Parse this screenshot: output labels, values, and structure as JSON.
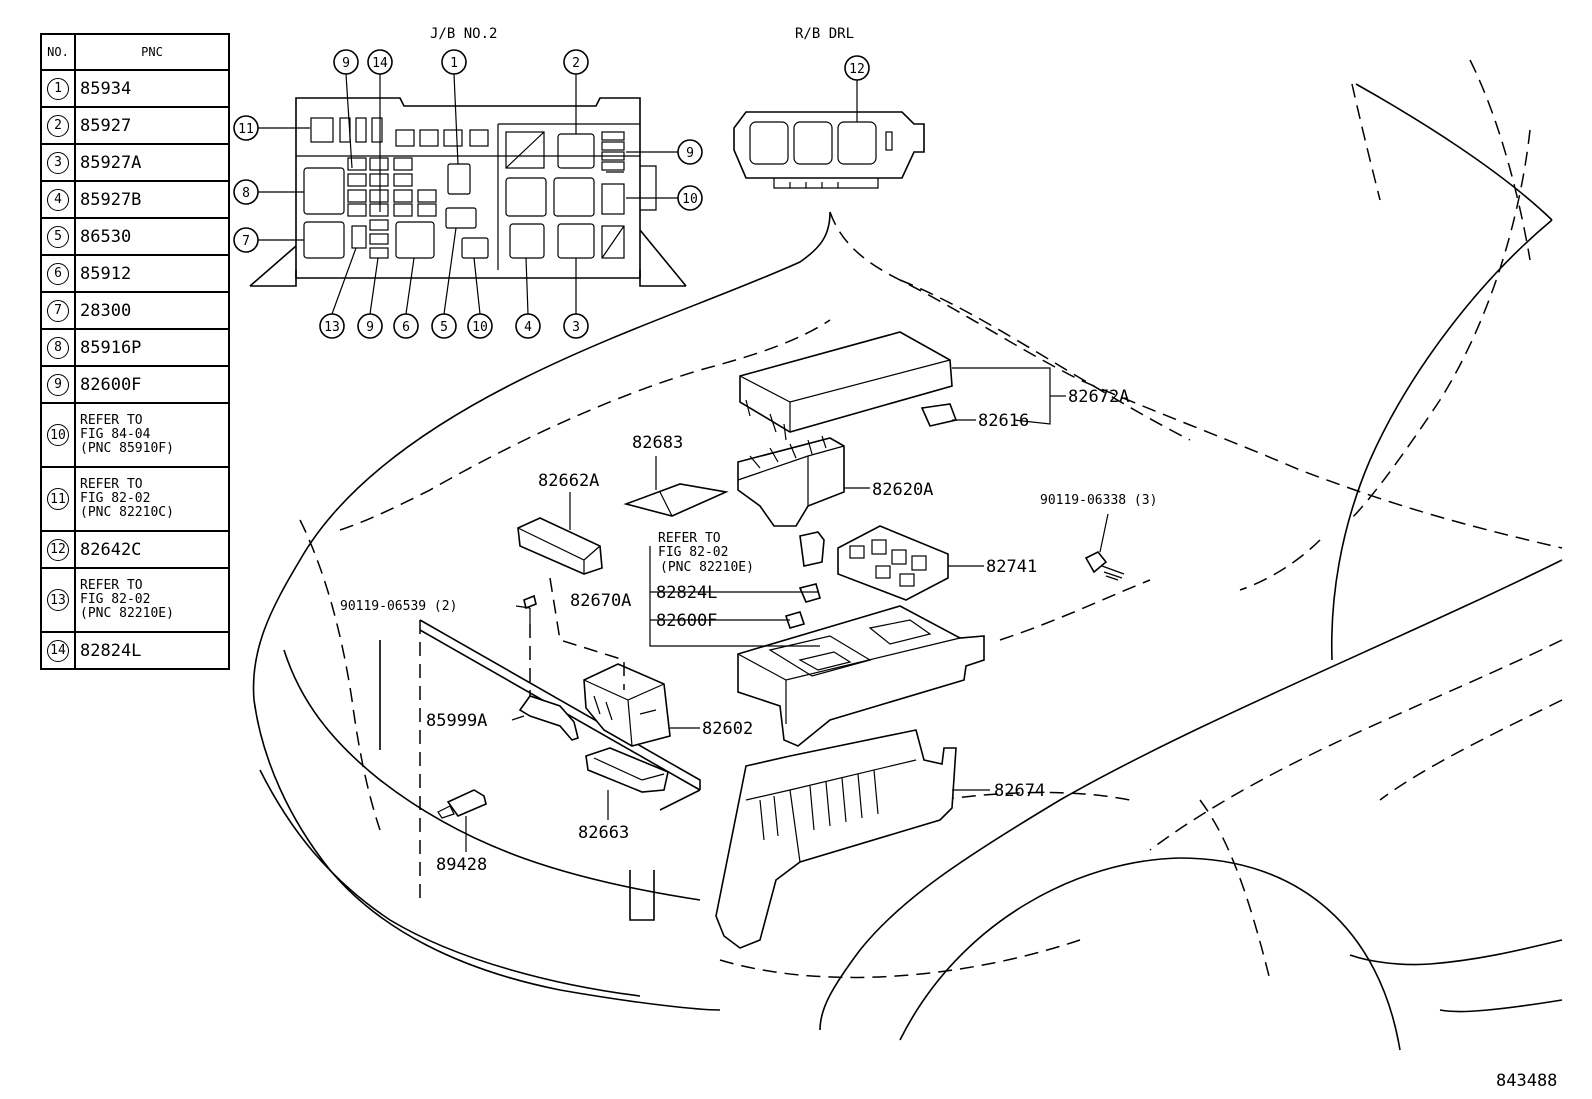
{
  "legend": {
    "header": {
      "no": "NO.",
      "pnc": "PNC"
    },
    "rows": [
      {
        "no": "1",
        "pnc": [
          "85934"
        ]
      },
      {
        "no": "2",
        "pnc": [
          "85927"
        ]
      },
      {
        "no": "3",
        "pnc": [
          "85927A"
        ]
      },
      {
        "no": "4",
        "pnc": [
          "85927B"
        ]
      },
      {
        "no": "5",
        "pnc": [
          "86530"
        ]
      },
      {
        "no": "6",
        "pnc": [
          "85912"
        ]
      },
      {
        "no": "7",
        "pnc": [
          "28300"
        ]
      },
      {
        "no": "8",
        "pnc": [
          "85916P"
        ]
      },
      {
        "no": "9",
        "pnc": [
          "82600F"
        ]
      },
      {
        "no": "10",
        "pnc": [
          "REFER TO",
          "FIG 84-04",
          "(PNC 85910F)"
        ]
      },
      {
        "no": "11",
        "pnc": [
          "REFER TO",
          "FIG 82-02",
          "(PNC 82210C)"
        ]
      },
      {
        "no": "12",
        "pnc": [
          "82642C"
        ]
      },
      {
        "no": "13",
        "pnc": [
          "REFER TO",
          "FIG 82-02",
          "(PNC 82210E)"
        ]
      },
      {
        "no": "14",
        "pnc": [
          "82824L"
        ]
      }
    ]
  },
  "titles": {
    "jb": "J/B NO.2",
    "rb": "R/B DRL"
  },
  "jb_callouts": {
    "top": [
      "9",
      "14",
      "1",
      "2"
    ],
    "right": [
      "9",
      "10"
    ],
    "left": [
      "11",
      "8",
      "7"
    ],
    "bottom": [
      "13",
      "9",
      "6",
      "5",
      "10",
      "4",
      "3"
    ]
  },
  "rb_callout": "12",
  "parts": {
    "p82672A": "82672A",
    "p82616": "82616",
    "p82683": "82683",
    "p82620A": "82620A",
    "p82662A": "82662A",
    "p90119_06338": "90119-06338 (3)",
    "refer": [
      "REFER TO",
      "FIG 82-02",
      "(PNC 82210E)"
    ],
    "p82741": "82741",
    "p82670A": "82670A",
    "p82824L": "82824L",
    "p82600F": "82600F",
    "p90119_06539": "90119-06539 (2)",
    "p85999A": "85999A",
    "p82602": "82602",
    "p82674": "82674",
    "p82663": "82663",
    "p89428": "89428"
  },
  "figure_number": "843488"
}
